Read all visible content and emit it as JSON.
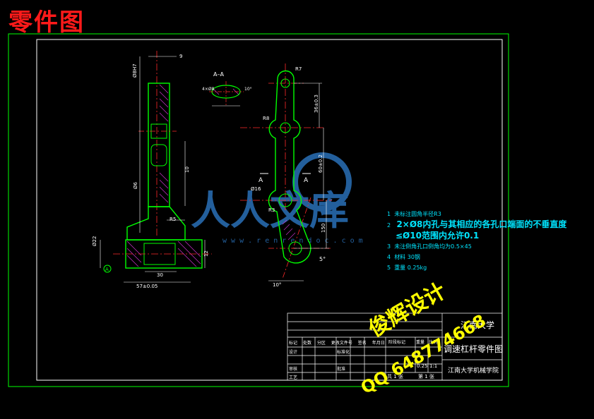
{
  "page_title": "零件图",
  "section": {
    "label": "A–A",
    "cut_a1": "A",
    "cut_a2": "A"
  },
  "notes": [
    {
      "num": "1",
      "text": "未标注圆角半径R3"
    },
    {
      "num": "2",
      "text": "2×Ø8内孔与其相应的各孔口端面的不垂直度"
    },
    {
      "num": "",
      "text": "≤Ø10范围内允许0.1"
    },
    {
      "num": "3",
      "text": "未注倒角孔口倒角均为0.5×45"
    },
    {
      "num": "4",
      "text": "材料 30钢"
    },
    {
      "num": "5",
      "text": "重量 0.25kg"
    }
  ],
  "dims": {
    "d1": "4×Ø8",
    "d2": "Ø8H7",
    "d3": "Ø6",
    "d4": "R7",
    "d5": "R8",
    "d6": "Ø16",
    "d7": "36±0.3",
    "d8": "60±0.2",
    "d9": "10",
    "d10": "150",
    "d11": "57±0.05",
    "d12": "12",
    "d13": "R5",
    "d14": "30",
    "d15": "5°",
    "d16": "10°",
    "d17": "Ø22",
    "d18": "R3",
    "d19": "9"
  },
  "watermark": {
    "text": "人人文库",
    "url": "w w w . r e n r e n d o c . c o m"
  },
  "overlay_text": {
    "designer": "俊辉设计",
    "qq": "QQ 648774668"
  },
  "title_block": {
    "school": "江南大学",
    "part_name": "调速杠杆零件图",
    "institute": "江南大学机械学院",
    "ratio": "1:1",
    "scale": "0.25",
    "sheets_total": "共 1 张",
    "sheet_no": "第 1 张",
    "r1": [
      "标记",
      "处数",
      "分区",
      "更改文件号",
      "签名",
      "年月日"
    ],
    "r2": [
      "设计",
      "标准化"
    ],
    "r3": [
      "审核",
      "批准"
    ],
    "r4": [
      "工艺"
    ],
    "stage": "阶段标记",
    "weight": "重量",
    "ratio_label": "比例"
  },
  "colors": {
    "outer_frame": "#00ff00",
    "inner_frame": "#ffffff",
    "part_outline": "#00ff00",
    "centerline": "#ff2a2a",
    "dimension": "#ffffff",
    "hatch": "#cc33cc",
    "notes_text": "#00e5ff",
    "overlay": "#ffff00",
    "watermark": "#3a8fd8"
  }
}
